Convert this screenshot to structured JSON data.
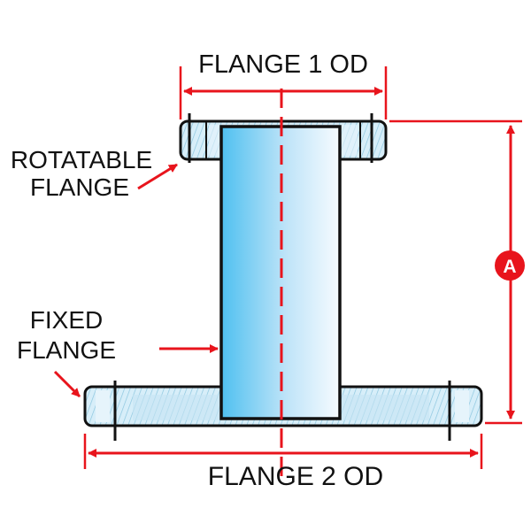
{
  "labels": {
    "flange1_od": "FLANGE 1 OD",
    "flange2_od": "FLANGE 2  OD",
    "rotatable_line1": "ROTATABLE",
    "rotatable_line2": "FLANGE",
    "fixed_line1": "FIXED",
    "fixed_line2": "FLANGE",
    "dimension_a": "A"
  },
  "colors": {
    "outline": "#111111",
    "dimension": "#e8141c",
    "tube_light": "#f4f9ff",
    "tube_dark": "#4fc0f0",
    "flange_fill": "#d3ecf8",
    "hatch": "#7fbfdc"
  }
}
